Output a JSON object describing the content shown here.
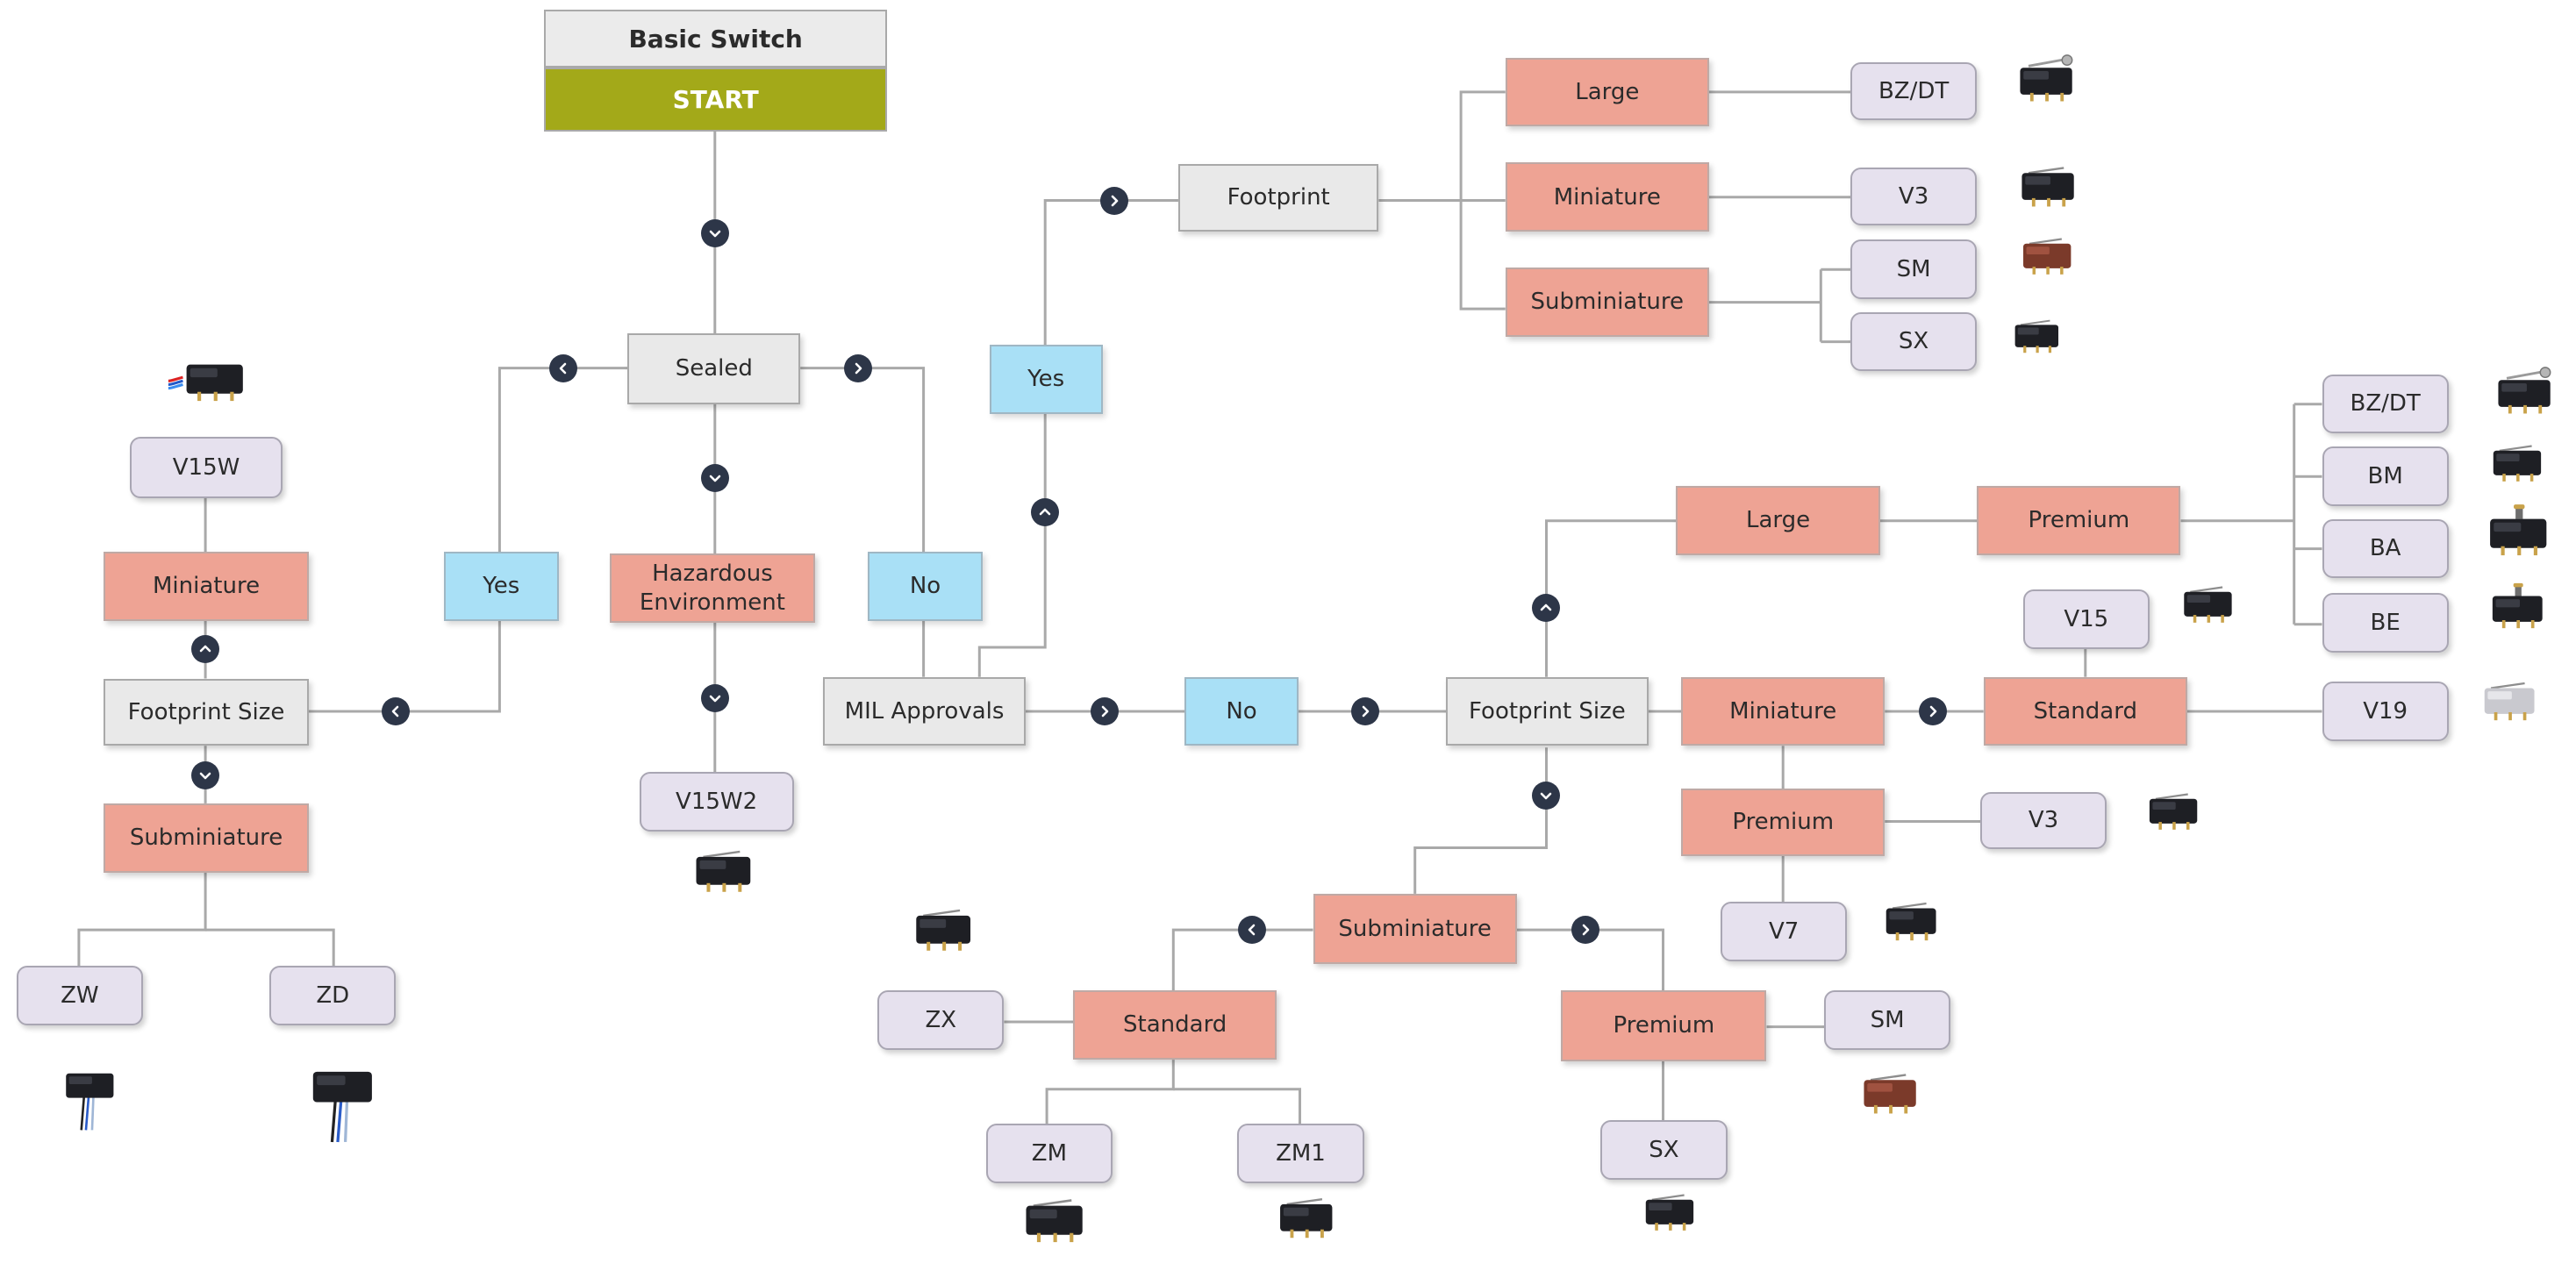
{
  "header": {
    "title": "Basic Switch",
    "start": "START"
  },
  "colors": {
    "start": "#a3a919",
    "decision": "#e9e9e9",
    "category": "#eea394",
    "answer": "#a9e0f6",
    "product": "#e6e1ee",
    "connector": "#a9a9a9",
    "arrow": "#2d3648"
  },
  "labels": {
    "sealed": "Sealed",
    "yes": "Yes",
    "no": "No",
    "hazardous": "Hazardous\nEnvironment",
    "footprint": "Footprint",
    "footprint_size": "Footprint Size",
    "mil_approvals": "MIL Approvals",
    "large": "Large",
    "miniature": "Miniature",
    "subminiature": "Subminiature",
    "premium": "Premium",
    "standard": "Standard"
  },
  "products": {
    "v15w": "V15W",
    "v15w2": "V15W2",
    "zw": "ZW",
    "zd": "ZD",
    "bzdt": "BZ/DT",
    "v3": "V3",
    "sm": "SM",
    "sx": "SX",
    "bm": "BM",
    "ba": "BA",
    "be": "BE",
    "v15": "V15",
    "v19": "V19",
    "v7": "V7",
    "zx": "ZX",
    "zm": "ZM",
    "zm1": "ZM1"
  },
  "icons": [
    "chevron-down-icon",
    "chevron-up-icon",
    "chevron-left-icon",
    "chevron-right-icon",
    "switch-photo"
  ]
}
